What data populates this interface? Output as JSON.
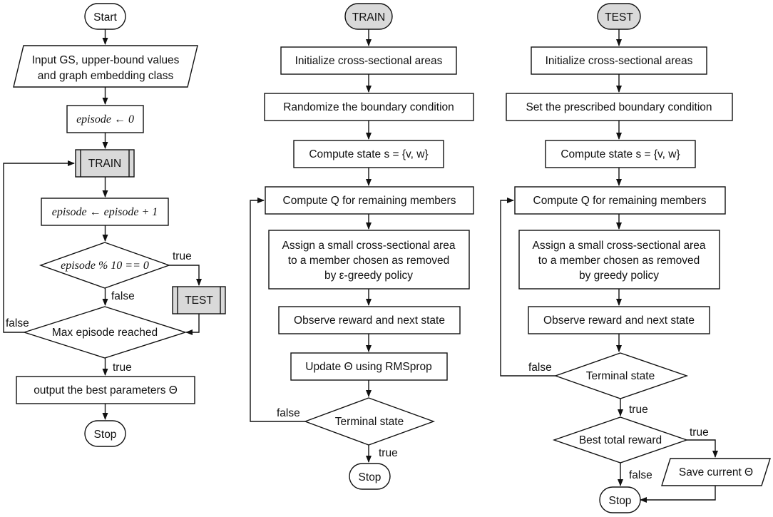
{
  "main": {
    "start": "Start",
    "input_line1": "Input GS, upper-bound values",
    "input_line2": "and graph embedding class",
    "episode_init": "episode ← 0",
    "train_call": "TRAIN",
    "episode_inc": "episode ← episode + 1",
    "episode_check": "episode % 10 == 0",
    "test_call": "TEST",
    "max_episode": "Max episode reached",
    "output": "output the best parameters Θ",
    "stop": "Stop",
    "label_true_1": "true",
    "label_false_1": "false",
    "label_false_2": "false",
    "label_true_2": "true"
  },
  "train": {
    "title": "TRAIN",
    "init": "Initialize cross-sectional areas",
    "randomize": "Randomize the boundary condition",
    "compute_state": "Compute state s = {v, w}",
    "compute_q": "Compute Q for remaining members",
    "assign_line1": "Assign a small cross-sectional area",
    "assign_line2": "to a member chosen as removed",
    "assign_line3": "by ε-greedy policy",
    "observe": "Observe reward and next state",
    "update": "Update Θ using RMSprop",
    "terminal": "Terminal state",
    "stop": "Stop",
    "label_false": "false",
    "label_true": "true"
  },
  "test": {
    "title": "TEST",
    "init": "Initialize cross-sectional areas",
    "set_boundary": "Set the prescribed boundary condition",
    "compute_state": "Compute state s = {v, w}",
    "compute_q": "Compute Q for remaining members",
    "assign_line1": "Assign a small cross-sectional area",
    "assign_line2": "to a member chosen as removed",
    "assign_line3": "by greedy policy",
    "observe": "Observe reward and next state",
    "terminal": "Terminal state",
    "best_reward": "Best total reward",
    "save": "Save current Θ",
    "stop": "Stop",
    "label_false_1": "false",
    "label_true_1": "true",
    "label_true_2": "true",
    "label_false_2": "false"
  }
}
